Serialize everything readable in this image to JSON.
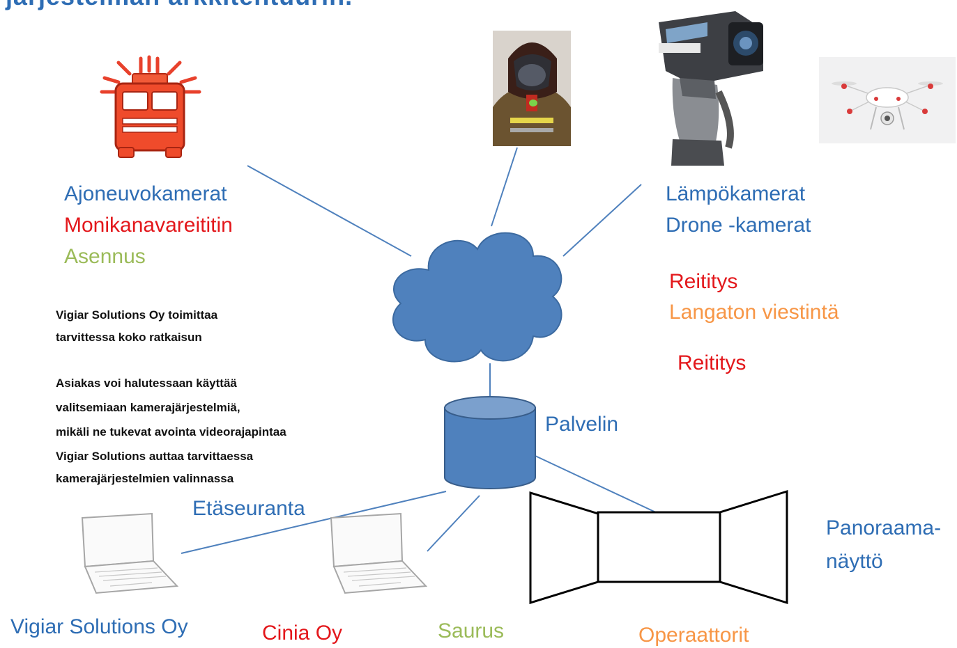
{
  "title": "järjestelmän arkkitehtuurin.",
  "labels": {
    "vehicle_cameras": "Ajoneuvokamerat",
    "multichannel_router": "Monikanavareititin",
    "installation": "Asennus",
    "thermal_cameras": "Lämpökamerat",
    "drone_cameras": "Drone -kamerat",
    "routing_1": "Reititys",
    "wireless_comm": "Langaton viestintä",
    "routing_2": "Reititys",
    "server": "Palvelin",
    "remote_monitoring": "Etäseuranta",
    "panorama_line1": "Panoraama-",
    "panorama_line2": "näyttö",
    "vigiar": "Vigiar Solutions Oy",
    "cinia": "Cinia Oy",
    "saurus": "Saurus",
    "operators": "Operaattorit"
  },
  "notes": {
    "line1": "Vigiar  Solutions Oy toimittaa",
    "line2": "tarvittessa  koko ratkaisun",
    "line3": "Asiakas voi halutessaan  käyttää",
    "line4": "valitsemiaan  kamerajärjestelmiä,",
    "line5": "mikäli  ne tukevat  avointa  videorajapintaa",
    "line6": "Vigiar  Solutions auttaa  tarvittaessa",
    "line7": "kamerajärjestelmien    valinnassa"
  },
  "colors": {
    "blue": "#2e6db4",
    "red": "#e3171b",
    "green": "#9bbb59",
    "orange": "#f79646",
    "cloud": "#4f81bd",
    "truck": "#e8412c"
  },
  "icons": [
    "fire-truck-icon",
    "firefighter-photo",
    "thermal-camera-photo",
    "drone-photo",
    "cloud-icon",
    "server-cylinder-icon",
    "laptop-icon",
    "panorama-display-icon"
  ]
}
